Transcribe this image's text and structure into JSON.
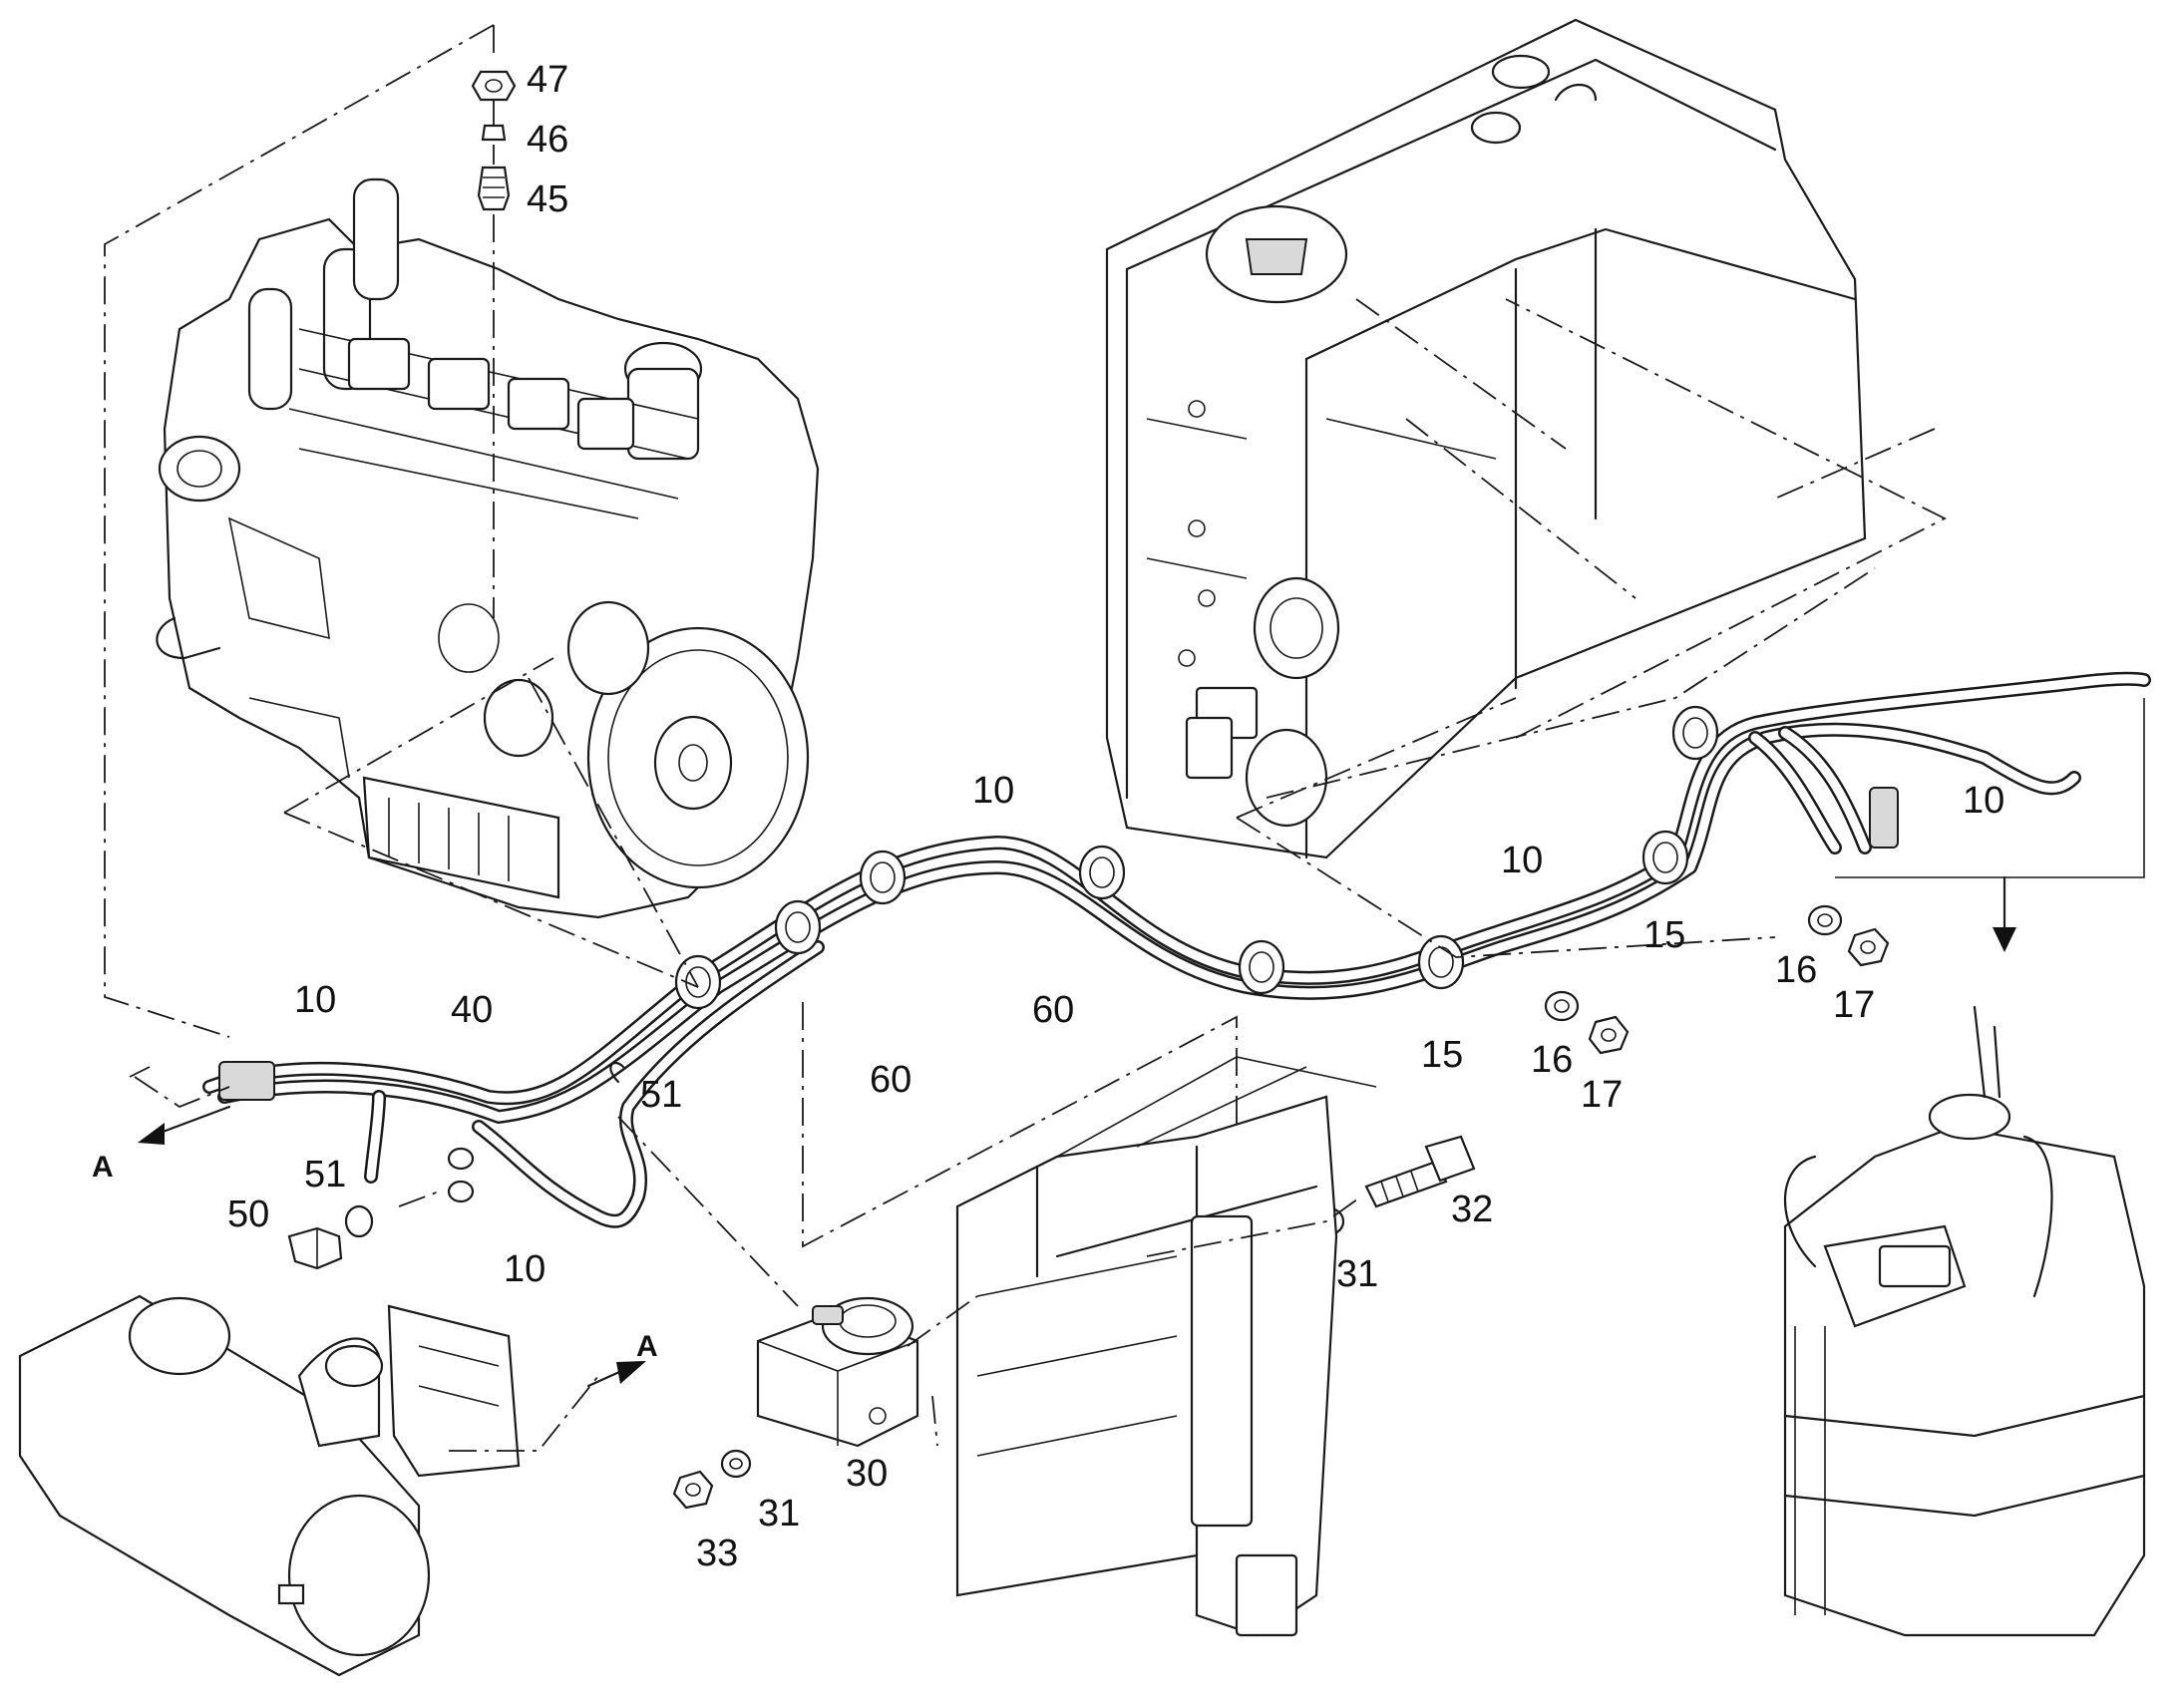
{
  "callouts": [
    {
      "id": "c-47",
      "text": "47"
    },
    {
      "id": "c-46",
      "text": "46"
    },
    {
      "id": "c-45",
      "text": "45"
    },
    {
      "id": "c-10a",
      "text": "10"
    },
    {
      "id": "c-10b",
      "text": "10"
    },
    {
      "id": "c-10c",
      "text": "10"
    },
    {
      "id": "c-10d",
      "text": "10"
    },
    {
      "id": "c-10e",
      "text": "10"
    },
    {
      "id": "c-40",
      "text": "40"
    },
    {
      "id": "c-51a",
      "text": "51"
    },
    {
      "id": "c-51b",
      "text": "51"
    },
    {
      "id": "c-50",
      "text": "50"
    },
    {
      "id": "c-60a",
      "text": "60"
    },
    {
      "id": "c-60b",
      "text": "60"
    },
    {
      "id": "c-15a",
      "text": "15"
    },
    {
      "id": "c-15b",
      "text": "15"
    },
    {
      "id": "c-16a",
      "text": "16"
    },
    {
      "id": "c-16b",
      "text": "16"
    },
    {
      "id": "c-17a",
      "text": "17"
    },
    {
      "id": "c-17b",
      "text": "17"
    },
    {
      "id": "c-32",
      "text": "32"
    },
    {
      "id": "c-31a",
      "text": "31"
    },
    {
      "id": "c-31b",
      "text": "31"
    },
    {
      "id": "c-30",
      "text": "30"
    },
    {
      "id": "c-33",
      "text": "33"
    }
  ],
  "view_markers": [
    {
      "id": "v-a1",
      "text": "A"
    },
    {
      "id": "v-a2",
      "text": "A"
    }
  ]
}
